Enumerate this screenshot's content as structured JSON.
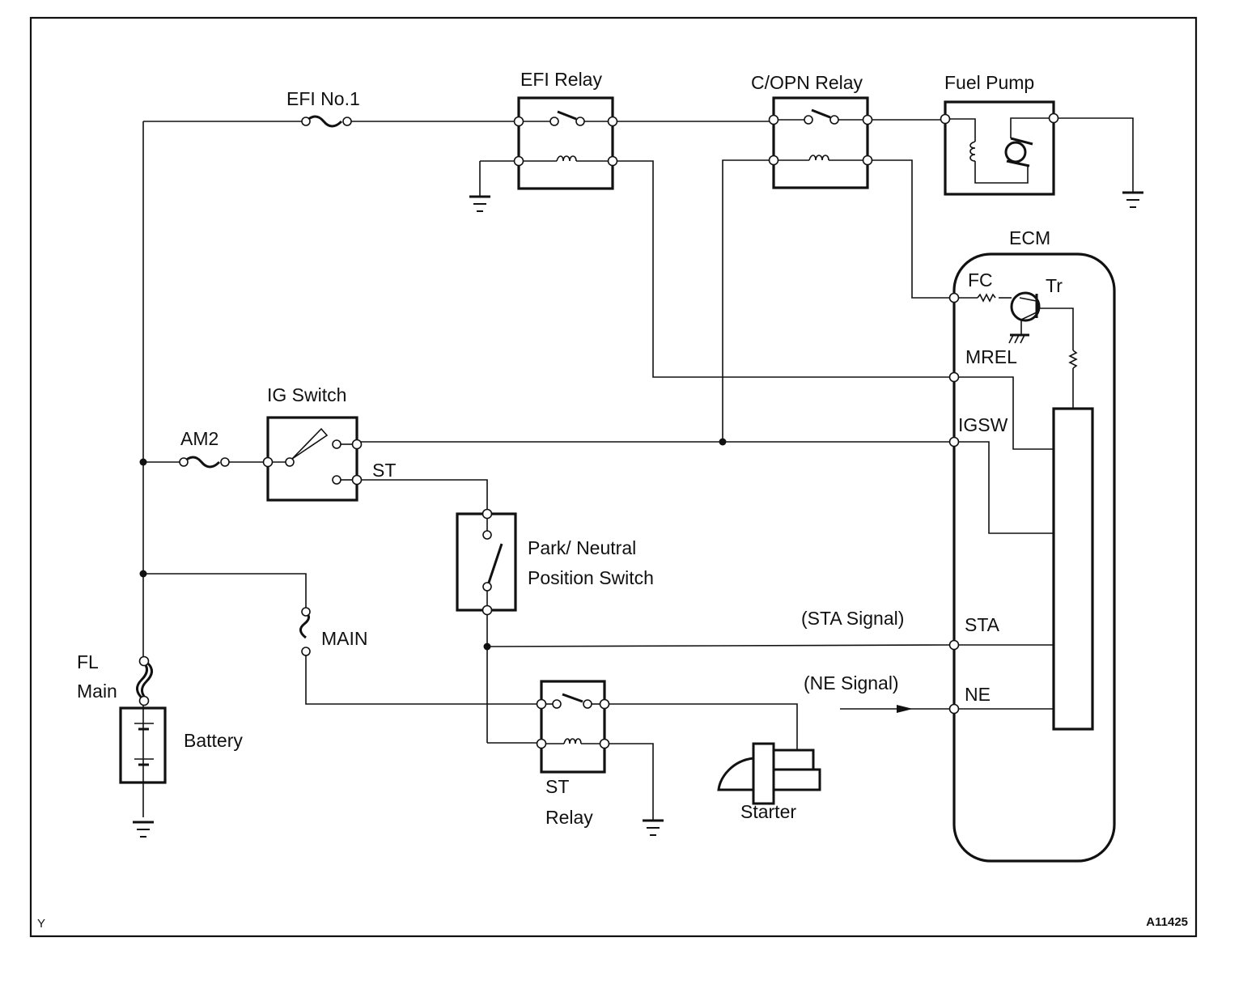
{
  "diagram": {
    "figure_code": "A11425",
    "corner_mark": "Y",
    "colors": {
      "line": "#111111",
      "background": "#ffffff"
    },
    "components": {
      "efi_no1_fuse": {
        "label": "EFI No.1"
      },
      "efi_relay": {
        "label": "EFI Relay"
      },
      "copn_relay": {
        "label": "C/OPN Relay"
      },
      "fuel_pump": {
        "label": "Fuel Pump"
      },
      "ecm": {
        "label": "ECM",
        "terminals": {
          "fc": "FC",
          "mrel": "MREL",
          "igsw": "IGSW",
          "sta": "STA",
          "ne": "NE"
        },
        "transistor": "Tr"
      },
      "ig_switch": {
        "label": "IG Switch",
        "st_terminal": "ST"
      },
      "am2_fuse": {
        "label": "AM2"
      },
      "pn_switch": {
        "label_line1": "Park/ Neutral",
        "label_line2": "Position Switch"
      },
      "main_fuse": {
        "label": "MAIN"
      },
      "fl_main": {
        "label_line1": "FL",
        "label_line2": "Main"
      },
      "battery": {
        "label": "Battery"
      },
      "st_relay": {
        "label_line1": "ST",
        "label_line2": "Relay"
      },
      "starter": {
        "label": "Starter"
      }
    },
    "signals": {
      "sta": "(STA Signal)",
      "ne": "(NE Signal)"
    }
  }
}
